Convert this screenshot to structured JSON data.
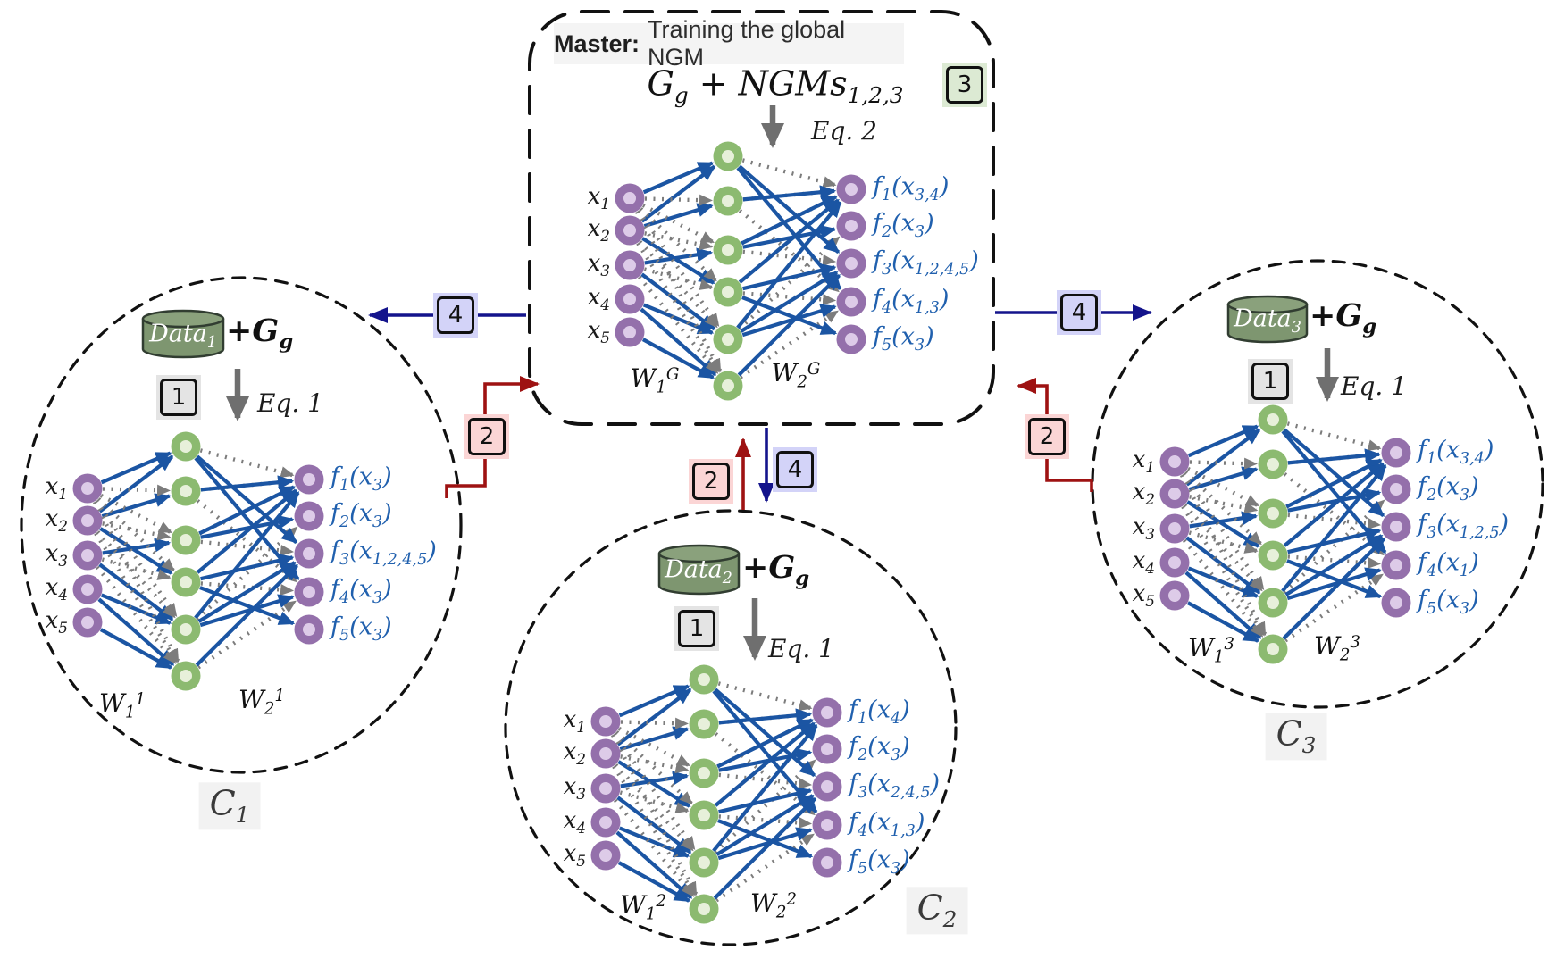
{
  "master": {
    "title_bold": "Master:",
    "title_rest": "Training the global NGM",
    "formula": "G_g + NGMs_{1,2,3}",
    "step_badge": "3",
    "eq_label": "Eq. 2",
    "w1_label": "W_1^{G}",
    "w2_label": "W_2^{G}",
    "inputs": [
      "x_1",
      "x_2",
      "x_3",
      "x_4",
      "x_5"
    ],
    "outputs": [
      "f_1(x_{3,4})",
      "f_2(x_3)",
      "f_3(x_{1,2,4,5})",
      "f_4(x_{1,3})",
      "f_5(x_3)"
    ]
  },
  "clients": [
    {
      "data_label": "Data_1",
      "gg_label": "+G_g",
      "step_badge": "1",
      "eq_label": "Eq. 1",
      "w1_label": "W_1^{1}",
      "w2_label": "W_2^{1}",
      "inputs": [
        "x_1",
        "x_2",
        "x_3",
        "x_4",
        "x_5"
      ],
      "outputs": [
        "f_1(x_3)",
        "f_2(x_3)",
        "f_3(x_{1,2,4,5})",
        "f_4(x_3)",
        "f_5(x_3)"
      ],
      "circle_label": "C_1"
    },
    {
      "data_label": "Data_2",
      "gg_label": "+G_g",
      "step_badge": "1",
      "eq_label": "Eq. 1",
      "w1_label": "W_1^{2}",
      "w2_label": "W_2^{2}",
      "inputs": [
        "x_1",
        "x_2",
        "x_3",
        "x_4",
        "x_5"
      ],
      "outputs": [
        "f_1(x_4)",
        "f_2(x_3)",
        "f_3(x_{2,4,5})",
        "f_4(x_{1,3})",
        "f_5(x_3)"
      ],
      "circle_label": "C_2"
    },
    {
      "data_label": "Data_3",
      "gg_label": "+G_g",
      "step_badge": "1",
      "eq_label": "Eq. 1",
      "w1_label": "W_1^{3}",
      "w2_label": "W_2^{3}",
      "inputs": [
        "x_1",
        "x_2",
        "x_3",
        "x_4",
        "x_5"
      ],
      "outputs": [
        "f_1(x_{3,4})",
        "f_2(x_3)",
        "f_3(x_{1,2,5})",
        "f_4(x_1)",
        "f_5(x_3)"
      ],
      "circle_label": "C_3"
    }
  ],
  "flow": {
    "broadcast_badge": "4",
    "upload_badge": "2"
  },
  "edges": {
    "input_hidden_solid": [
      [
        1,
        1
      ],
      [
        2,
        1
      ],
      [
        2,
        2
      ],
      [
        3,
        3
      ],
      [
        2,
        4
      ],
      [
        3,
        5
      ],
      [
        4,
        5
      ],
      [
        4,
        6
      ],
      [
        5,
        6
      ]
    ],
    "input_hidden_dotted": [
      [
        1,
        2
      ],
      [
        1,
        3
      ],
      [
        1,
        4
      ],
      [
        1,
        5
      ],
      [
        2,
        3
      ],
      [
        2,
        5
      ],
      [
        3,
        4
      ],
      [
        3,
        6
      ],
      [
        2,
        6
      ],
      [
        1,
        6
      ]
    ],
    "hidden_output_solid": [
      [
        1,
        3
      ],
      [
        1,
        4
      ],
      [
        2,
        1
      ],
      [
        3,
        1
      ],
      [
        3,
        2
      ],
      [
        4,
        1
      ],
      [
        4,
        3
      ],
      [
        5,
        1
      ],
      [
        5,
        3
      ],
      [
        5,
        4
      ],
      [
        6,
        3
      ],
      [
        4,
        5
      ]
    ],
    "hidden_output_dotted": [
      [
        1,
        1
      ],
      [
        2,
        1
      ],
      [
        3,
        1
      ],
      [
        2,
        4
      ],
      [
        4,
        4
      ],
      [
        6,
        4
      ],
      [
        5,
        2
      ],
      [
        3,
        3
      ]
    ]
  },
  "colors": {
    "edge_solid": "#1b55a3",
    "edge_dotted": "#7c7c7c",
    "node_purple": "#9470ab",
    "node_purple_center": "#ddcbe8",
    "node_green": "#8cba70",
    "node_green_center": "#e7f0da",
    "flow_broadcast": "#14148c",
    "flow_upload": "#9e1212",
    "eq_arrow": "#6f6f6f",
    "output_label": "#2060ae",
    "cylinder": "#7e9670",
    "cylinder_top": "#8aa17c",
    "badge_gray": "#e4e4e4",
    "badge_green": "#dcead3",
    "badge_pink": "#fbd5d5",
    "badge_blue": "#d3d3f8"
  }
}
